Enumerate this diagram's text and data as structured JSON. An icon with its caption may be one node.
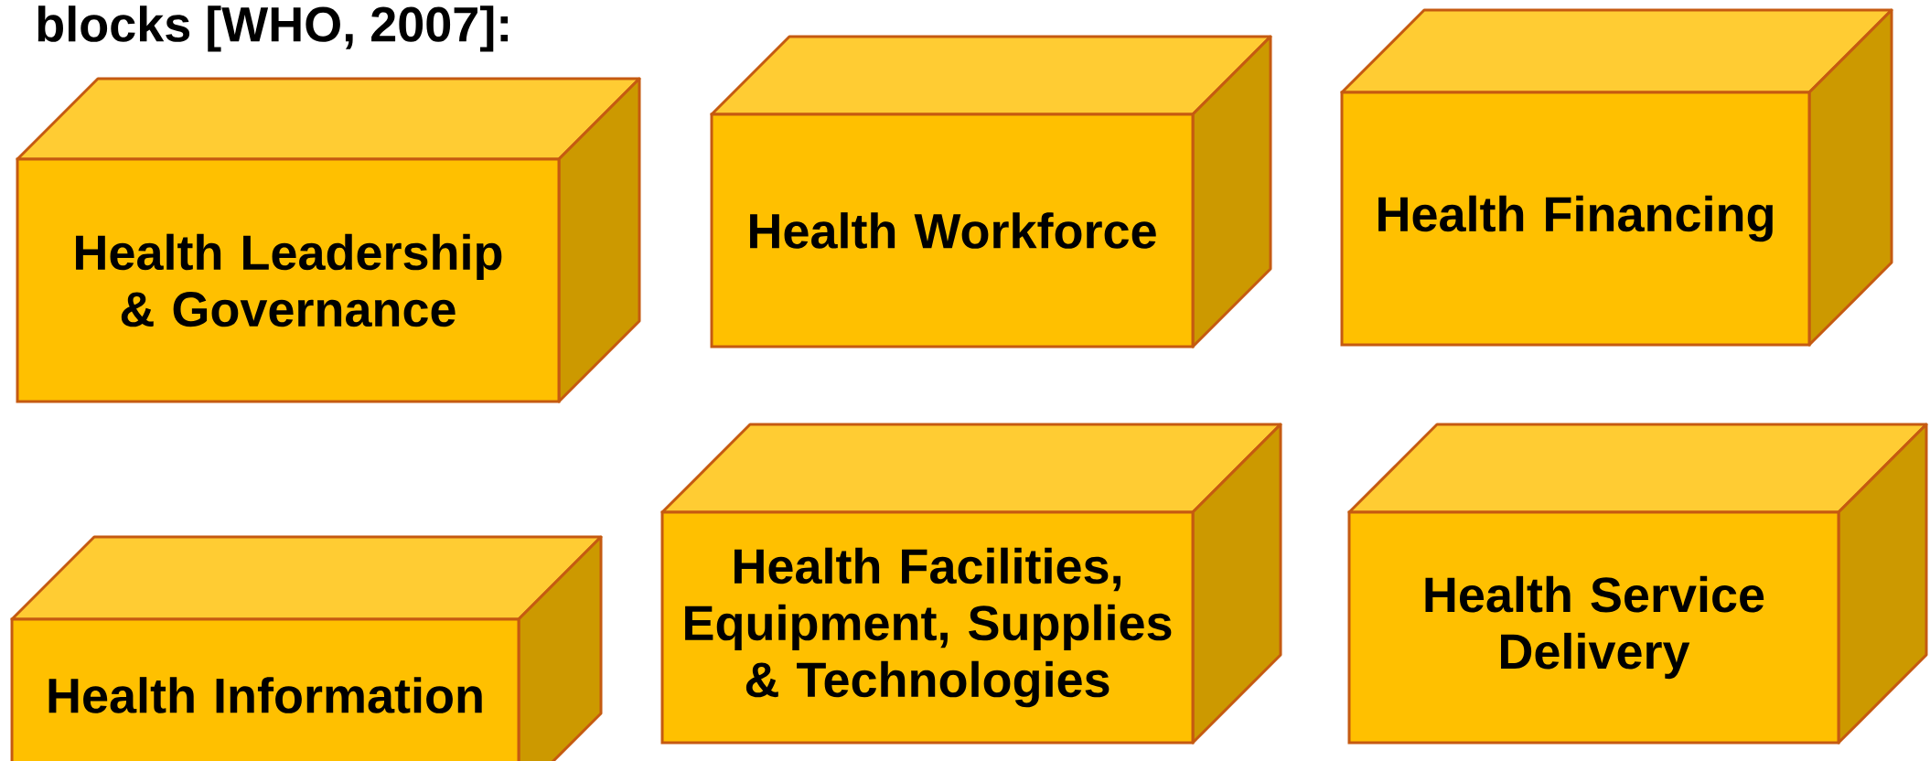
{
  "diagram": {
    "title": "blocks [WHO, 2007]:",
    "nodes": [
      {
        "text": [
          "Health Leadership & Governance"
        ]
      },
      {
        "text": [
          "Health Workforce"
        ]
      },
      {
        "text": [
          "Health Financing"
        ]
      },
      {
        "text": [
          "Health Information"
        ]
      },
      {
        "text": [
          "Health Facilities, Equipment, Supplies & Technologies"
        ]
      },
      {
        "text": [
          "Health Service Delivery"
        ]
      }
    ]
  }
}
